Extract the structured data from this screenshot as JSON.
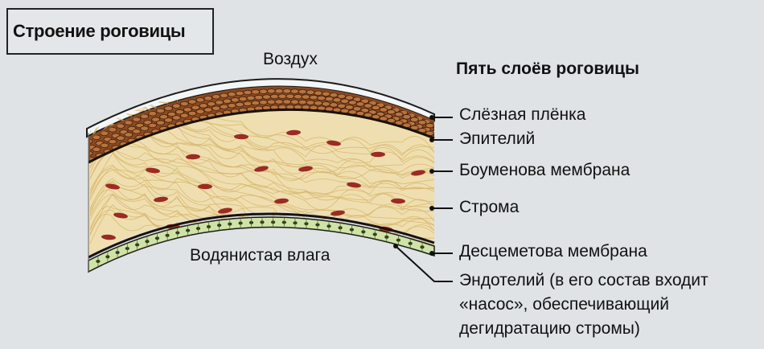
{
  "title": "Строение роговицы",
  "air_label": "Воздух",
  "aqueous_label": "Водянистая влага",
  "layers_heading": "Пять слоёв роговицы",
  "layers": [
    "Слёзная плёнка",
    "Эпителий",
    "Боуменова мембрана",
    "Строма",
    "Десцеметова мембрана",
    "Эндотелий (в его состав входит",
    "«насос», обеспечивающий",
    "дегидратацию стромы)"
  ],
  "colors": {
    "background": "#dfe3e6",
    "tear_film": "#f2f4f5",
    "epithelium": "#8a4a22",
    "stroma": "#efdfb0",
    "stroma_fibers": "#d7b56c",
    "keratocytes": "#9b2b24",
    "endothelium": "#cfe3a6"
  }
}
